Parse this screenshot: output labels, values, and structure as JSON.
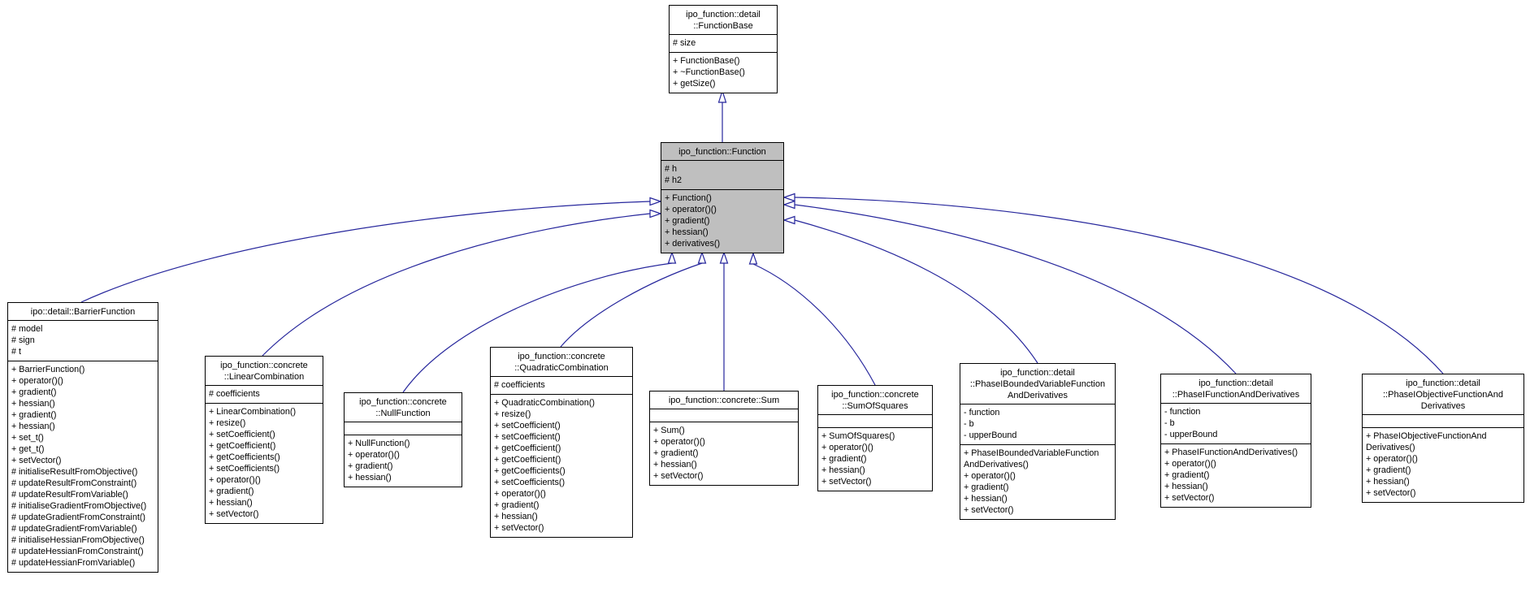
{
  "diagram": {
    "type": "uml-class-inheritance",
    "arrow_color": "#26269c",
    "highlight_fill": "#bfbfbf",
    "box_border_color": "#000000",
    "box_fill": "#ffffff"
  },
  "classes": [
    {
      "qualified_name": "ipo_function::detail::FunctionBase",
      "title_lines": [
        "ipo_function::detail",
        "::FunctionBase"
      ],
      "fields": [
        "# size"
      ],
      "methods": [
        "+ FunctionBase()",
        "+ ~FunctionBase()",
        "+ getSize()"
      ]
    },
    {
      "qualified_name": "ipo_function::Function",
      "title_lines": [
        "ipo_function::Function"
      ],
      "fields": [
        "# h",
        "# h2"
      ],
      "methods": [
        "+ Function()",
        "+ operator()()",
        "+ gradient()",
        "+ hessian()",
        "+ derivatives()"
      ]
    },
    {
      "qualified_name": "ipo::detail::BarrierFunction",
      "title_lines": [
        "ipo::detail::BarrierFunction"
      ],
      "fields": [
        "# model",
        "# sign",
        "# t"
      ],
      "methods": [
        "+ BarrierFunction()",
        "+ operator()()",
        "+ gradient()",
        "+ hessian()",
        "+ gradient()",
        "+ hessian()",
        "+ set_t()",
        "+ get_t()",
        "+ setVector()",
        "# initialiseResultFromObjective()",
        "# updateResultFromConstraint()",
        "# updateResultFromVariable()",
        "# initialiseGradientFromObjective()",
        "# updateGradientFromConstraint()",
        "# updateGradientFromVariable()",
        "# initialiseHessianFromObjective()",
        "# updateHessianFromConstraint()",
        "# updateHessianFromVariable()"
      ]
    },
    {
      "qualified_name": "ipo_function::concrete::LinearCombination",
      "title_lines": [
        "ipo_function::concrete",
        "::LinearCombination"
      ],
      "fields": [
        "# coefficients"
      ],
      "methods": [
        "+ LinearCombination()",
        "+ resize()",
        "+ setCoefficient()",
        "+ getCoefficient()",
        "+ getCoefficients()",
        "+ setCoefficients()",
        "+ operator()()",
        "+ gradient()",
        "+ hessian()",
        "+ setVector()"
      ]
    },
    {
      "qualified_name": "ipo_function::concrete::NullFunction",
      "title_lines": [
        "ipo_function::concrete",
        "::NullFunction"
      ],
      "fields": [],
      "methods": [
        "+ NullFunction()",
        "+ operator()()",
        "+ gradient()",
        "+ hessian()"
      ]
    },
    {
      "qualified_name": "ipo_function::concrete::QuadraticCombination",
      "title_lines": [
        "ipo_function::concrete",
        "::QuadraticCombination"
      ],
      "fields": [
        "# coefficients"
      ],
      "methods": [
        "+ QuadraticCombination()",
        "+ resize()",
        "+ setCoefficient()",
        "+ setCoefficient()",
        "+ getCoefficient()",
        "+ getCoefficient()",
        "+ getCoefficients()",
        "+ setCoefficients()",
        "+ operator()()",
        "+ gradient()",
        "+ hessian()",
        "+ setVector()"
      ]
    },
    {
      "qualified_name": "ipo_function::concrete::Sum",
      "title_lines": [
        "ipo_function::concrete::Sum"
      ],
      "fields": [],
      "methods": [
        "+ Sum()",
        "+ operator()()",
        "+ gradient()",
        "+ hessian()",
        "+ setVector()"
      ]
    },
    {
      "qualified_name": "ipo_function::concrete::SumOfSquares",
      "title_lines": [
        "ipo_function::concrete",
        "::SumOfSquares"
      ],
      "fields": [],
      "methods": [
        "+ SumOfSquares()",
        "+ operator()()",
        "+ gradient()",
        "+ hessian()",
        "+ setVector()"
      ]
    },
    {
      "qualified_name": "ipo_function::detail::PhaseIBoundedVariableFunctionAndDerivatives",
      "title_lines": [
        "ipo_function::detail",
        "::PhaseIBoundedVariableFunction",
        "AndDerivatives"
      ],
      "fields": [
        "- function",
        "- b",
        "- upperBound"
      ],
      "methods": [
        "+ PhaseIBoundedVariableFunction",
        "AndDerivatives()",
        "+ operator()()",
        "+ gradient()",
        "+ hessian()",
        "+ setVector()"
      ]
    },
    {
      "qualified_name": "ipo_function::detail::PhaseIFunctionAndDerivatives",
      "title_lines": [
        "ipo_function::detail",
        "::PhaseIFunctionAndDerivatives"
      ],
      "fields": [
        "- function",
        "- b",
        "- upperBound"
      ],
      "methods": [
        "+ PhaseIFunctionAndDerivatives()",
        "+ operator()()",
        "+ gradient()",
        "+ hessian()",
        "+ setVector()"
      ]
    },
    {
      "qualified_name": "ipo_function::detail::PhaseIObjectiveFunctionAndDerivatives",
      "title_lines": [
        "ipo_function::detail",
        "::PhaseIObjectiveFunctionAnd",
        "Derivatives"
      ],
      "fields": [],
      "methods": [
        "+ PhaseIObjectiveFunctionAnd",
        "Derivatives()",
        "+ operator()()",
        "+ gradient()",
        "+ hessian()",
        "+ setVector()"
      ]
    }
  ]
}
